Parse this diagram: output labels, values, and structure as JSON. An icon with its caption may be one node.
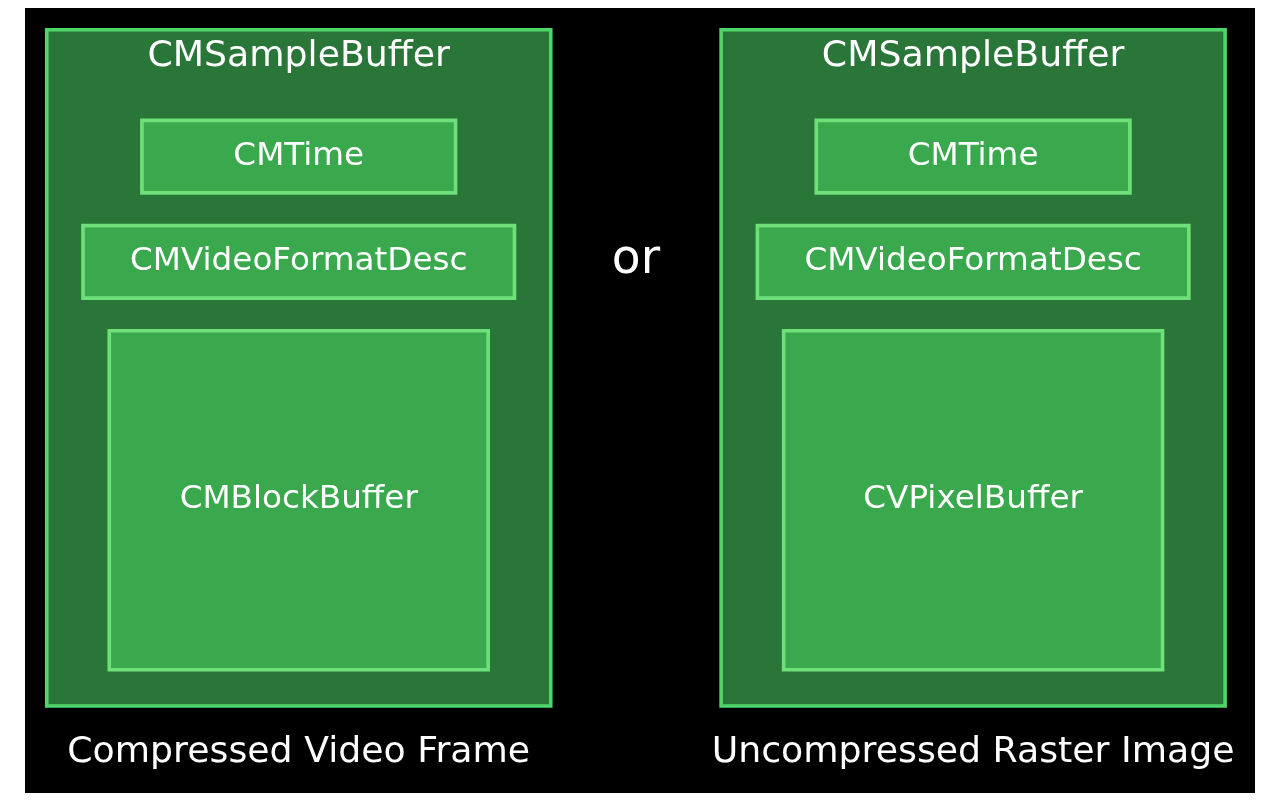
{
  "diagram": {
    "nodes": [
      {
        "text": [
          "CMSampleBuffer"
        ],
        "beside": [
          "Compressed Video Frame"
        ]
      },
      {
        "text": [
          "CMTime"
        ],
        "in": 0
      },
      {
        "text": [
          "CMVideoFormatDesc"
        ],
        "in": 0
      },
      {
        "text": [
          "CMBlockBuffer"
        ],
        "in": 0
      },
      {
        "text": [
          "CMSampleBuffer"
        ],
        "beside": [
          "Uncompressed Raster Image"
        ]
      },
      {
        "text": [
          "CMTime"
        ],
        "in": 4
      },
      {
        "text": [
          "CMVideoFormatDesc"
        ],
        "in": 4
      },
      {
        "text": [
          "CVPixelBuffer"
        ],
        "in": 4
      }
    ],
    "labels": [
      "or"
    ]
  }
}
